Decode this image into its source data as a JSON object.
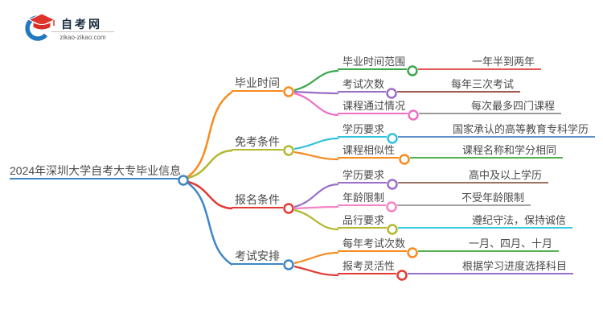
{
  "logo": {
    "site_name": "自考网",
    "site_domain": "zikao-zikao.com",
    "cap_color": "#df342c",
    "swoosh_color": "#2277bd"
  },
  "mindmap": {
    "root": {
      "label": "2024年深圳大学自考大专毕业信息",
      "color": "#3e86c7"
    },
    "branches": [
      {
        "label": "毕业时间",
        "color": "#f78b1f",
        "children": [
          {
            "label": "毕业时间范围",
            "color": "#3aa84c",
            "value": "一年半到两年",
            "value_color": "#e25757"
          },
          {
            "label": "考试次数",
            "color": "#9b6ec8",
            "value": "每年三次考试",
            "value_color": "#a05a50"
          },
          {
            "label": "课程通过情况",
            "color": "#ee6fc2",
            "value": "每次最多四门课程",
            "value_color": "#9b9b9b"
          }
        ]
      },
      {
        "label": "免考条件",
        "color": "#b3b82e",
        "children": [
          {
            "label": "学历要求",
            "color": "#2ec2de",
            "value": "国家承认的高等教育专科学历",
            "value_color": "#5d8fcb"
          },
          {
            "label": "课程相似性",
            "color": "#f78b1f",
            "value": "课程名称和学分相同",
            "value_color": "#55b24e"
          }
        ]
      },
      {
        "label": "报名条件",
        "color": "#e23a34",
        "children": [
          {
            "label": "学历要求",
            "color": "#9b6ec8",
            "value": "高中及以上学历",
            "value_color": "#9c7263"
          },
          {
            "label": "年龄限制",
            "color": "#f583c5",
            "value": "不受年龄限制",
            "value_color": "#a3a3a3"
          },
          {
            "label": "品行要求",
            "color": "#b3b82e",
            "value": "遵纪守法，保持诚信",
            "value_color": "#35cbe0"
          }
        ]
      },
      {
        "label": "考试安排",
        "color": "#3e86c7",
        "children": [
          {
            "label": "每年考试次数",
            "color": "#f78b1f",
            "value": "一月、四月、十月",
            "value_color": "#55b24e"
          },
          {
            "label": "报考灵活性",
            "color": "#e23a34",
            "value": "根据学习进度选择科目",
            "value_color": "#9570cc"
          }
        ]
      }
    ]
  }
}
